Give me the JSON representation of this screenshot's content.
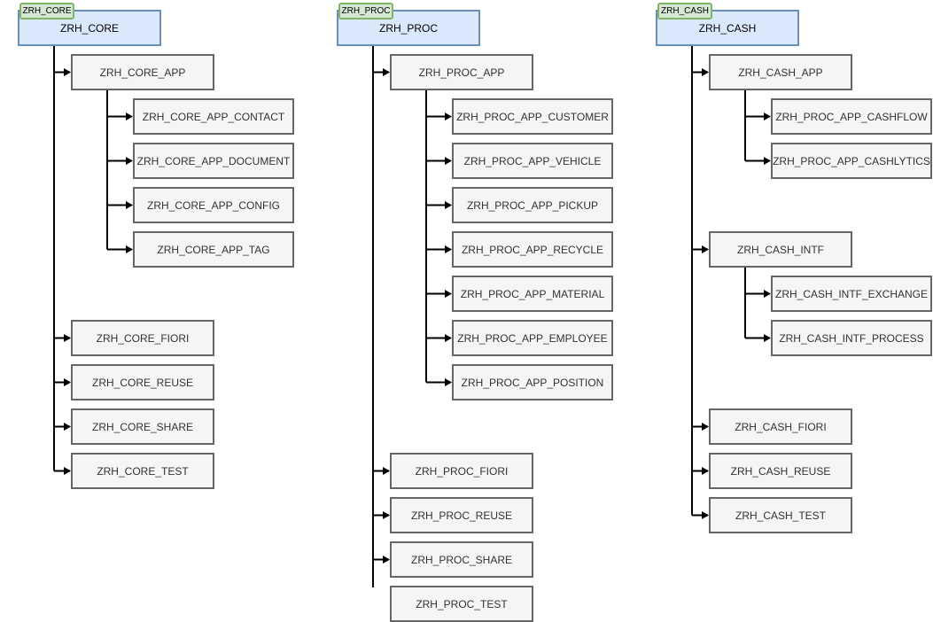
{
  "packages": [
    {
      "tag": "ZRH_CORE",
      "name": "ZRH_CORE",
      "children": [
        {
          "name": "ZRH_CORE_APP",
          "children": [
            {
              "name": "ZRH_CORE_APP_CONTACT"
            },
            {
              "name": "ZRH_CORE_APP_DOCUMENT"
            },
            {
              "name": "ZRH_CORE_APP_CONFIG"
            },
            {
              "name": "ZRH_CORE_APP_TAG"
            }
          ]
        },
        {
          "name": "ZRH_CORE_FIORI"
        },
        {
          "name": "ZRH_CORE_REUSE"
        },
        {
          "name": "ZRH_CORE_SHARE"
        },
        {
          "name": "ZRH_CORE_TEST"
        }
      ]
    },
    {
      "tag": "ZRH_PROC",
      "name": "ZRH_PROC",
      "children": [
        {
          "name": "ZRH_PROC_APP",
          "children": [
            {
              "name": "ZRH_PROC_APP_CUSTOMER"
            },
            {
              "name": "ZRH_PROC_APP_VEHICLE"
            },
            {
              "name": "ZRH_PROC_APP_PICKUP"
            },
            {
              "name": "ZRH_PROC_APP_RECYCLE"
            },
            {
              "name": "ZRH_PROC_APP_MATERIAL"
            },
            {
              "name": "ZRH_PROC_APP_EMPLOYEE"
            },
            {
              "name": "ZRH_PROC_APP_POSITION"
            }
          ]
        },
        {
          "name": "ZRH_PROC_FIORI"
        },
        {
          "name": "ZRH_PROC_REUSE"
        },
        {
          "name": "ZRH_PROC_SHARE"
        },
        {
          "name": "ZRH_PROC_TEST"
        }
      ]
    },
    {
      "tag": "ZRH_CASH",
      "name": "ZRH_CASH",
      "children": [
        {
          "name": "ZRH_CASH_APP",
          "children": [
            {
              "name": "ZRH_PROC_APP_CASHFLOW"
            },
            {
              "name": "ZRH_PROC_APP_CASHLYTICS"
            }
          ]
        },
        {
          "name": "ZRH_CASH_INTF",
          "children": [
            {
              "name": "ZRH_CASH_INTF_EXCHANGE"
            },
            {
              "name": "ZRH_CASH_INTF_PROCESS"
            }
          ]
        },
        {
          "name": "ZRH_CASH_FIORI"
        },
        {
          "name": "ZRH_CASH_REUSE"
        },
        {
          "name": "ZRH_CASH_TEST"
        }
      ]
    }
  ],
  "colors": {
    "root_fill": "#dae8fc",
    "root_stroke": "#6c8ebf",
    "tag_fill": "#d5e8d4",
    "tag_stroke": "#82b366",
    "node_fill": "#f5f5f5",
    "node_stroke": "#666666",
    "connector": "#000000"
  }
}
